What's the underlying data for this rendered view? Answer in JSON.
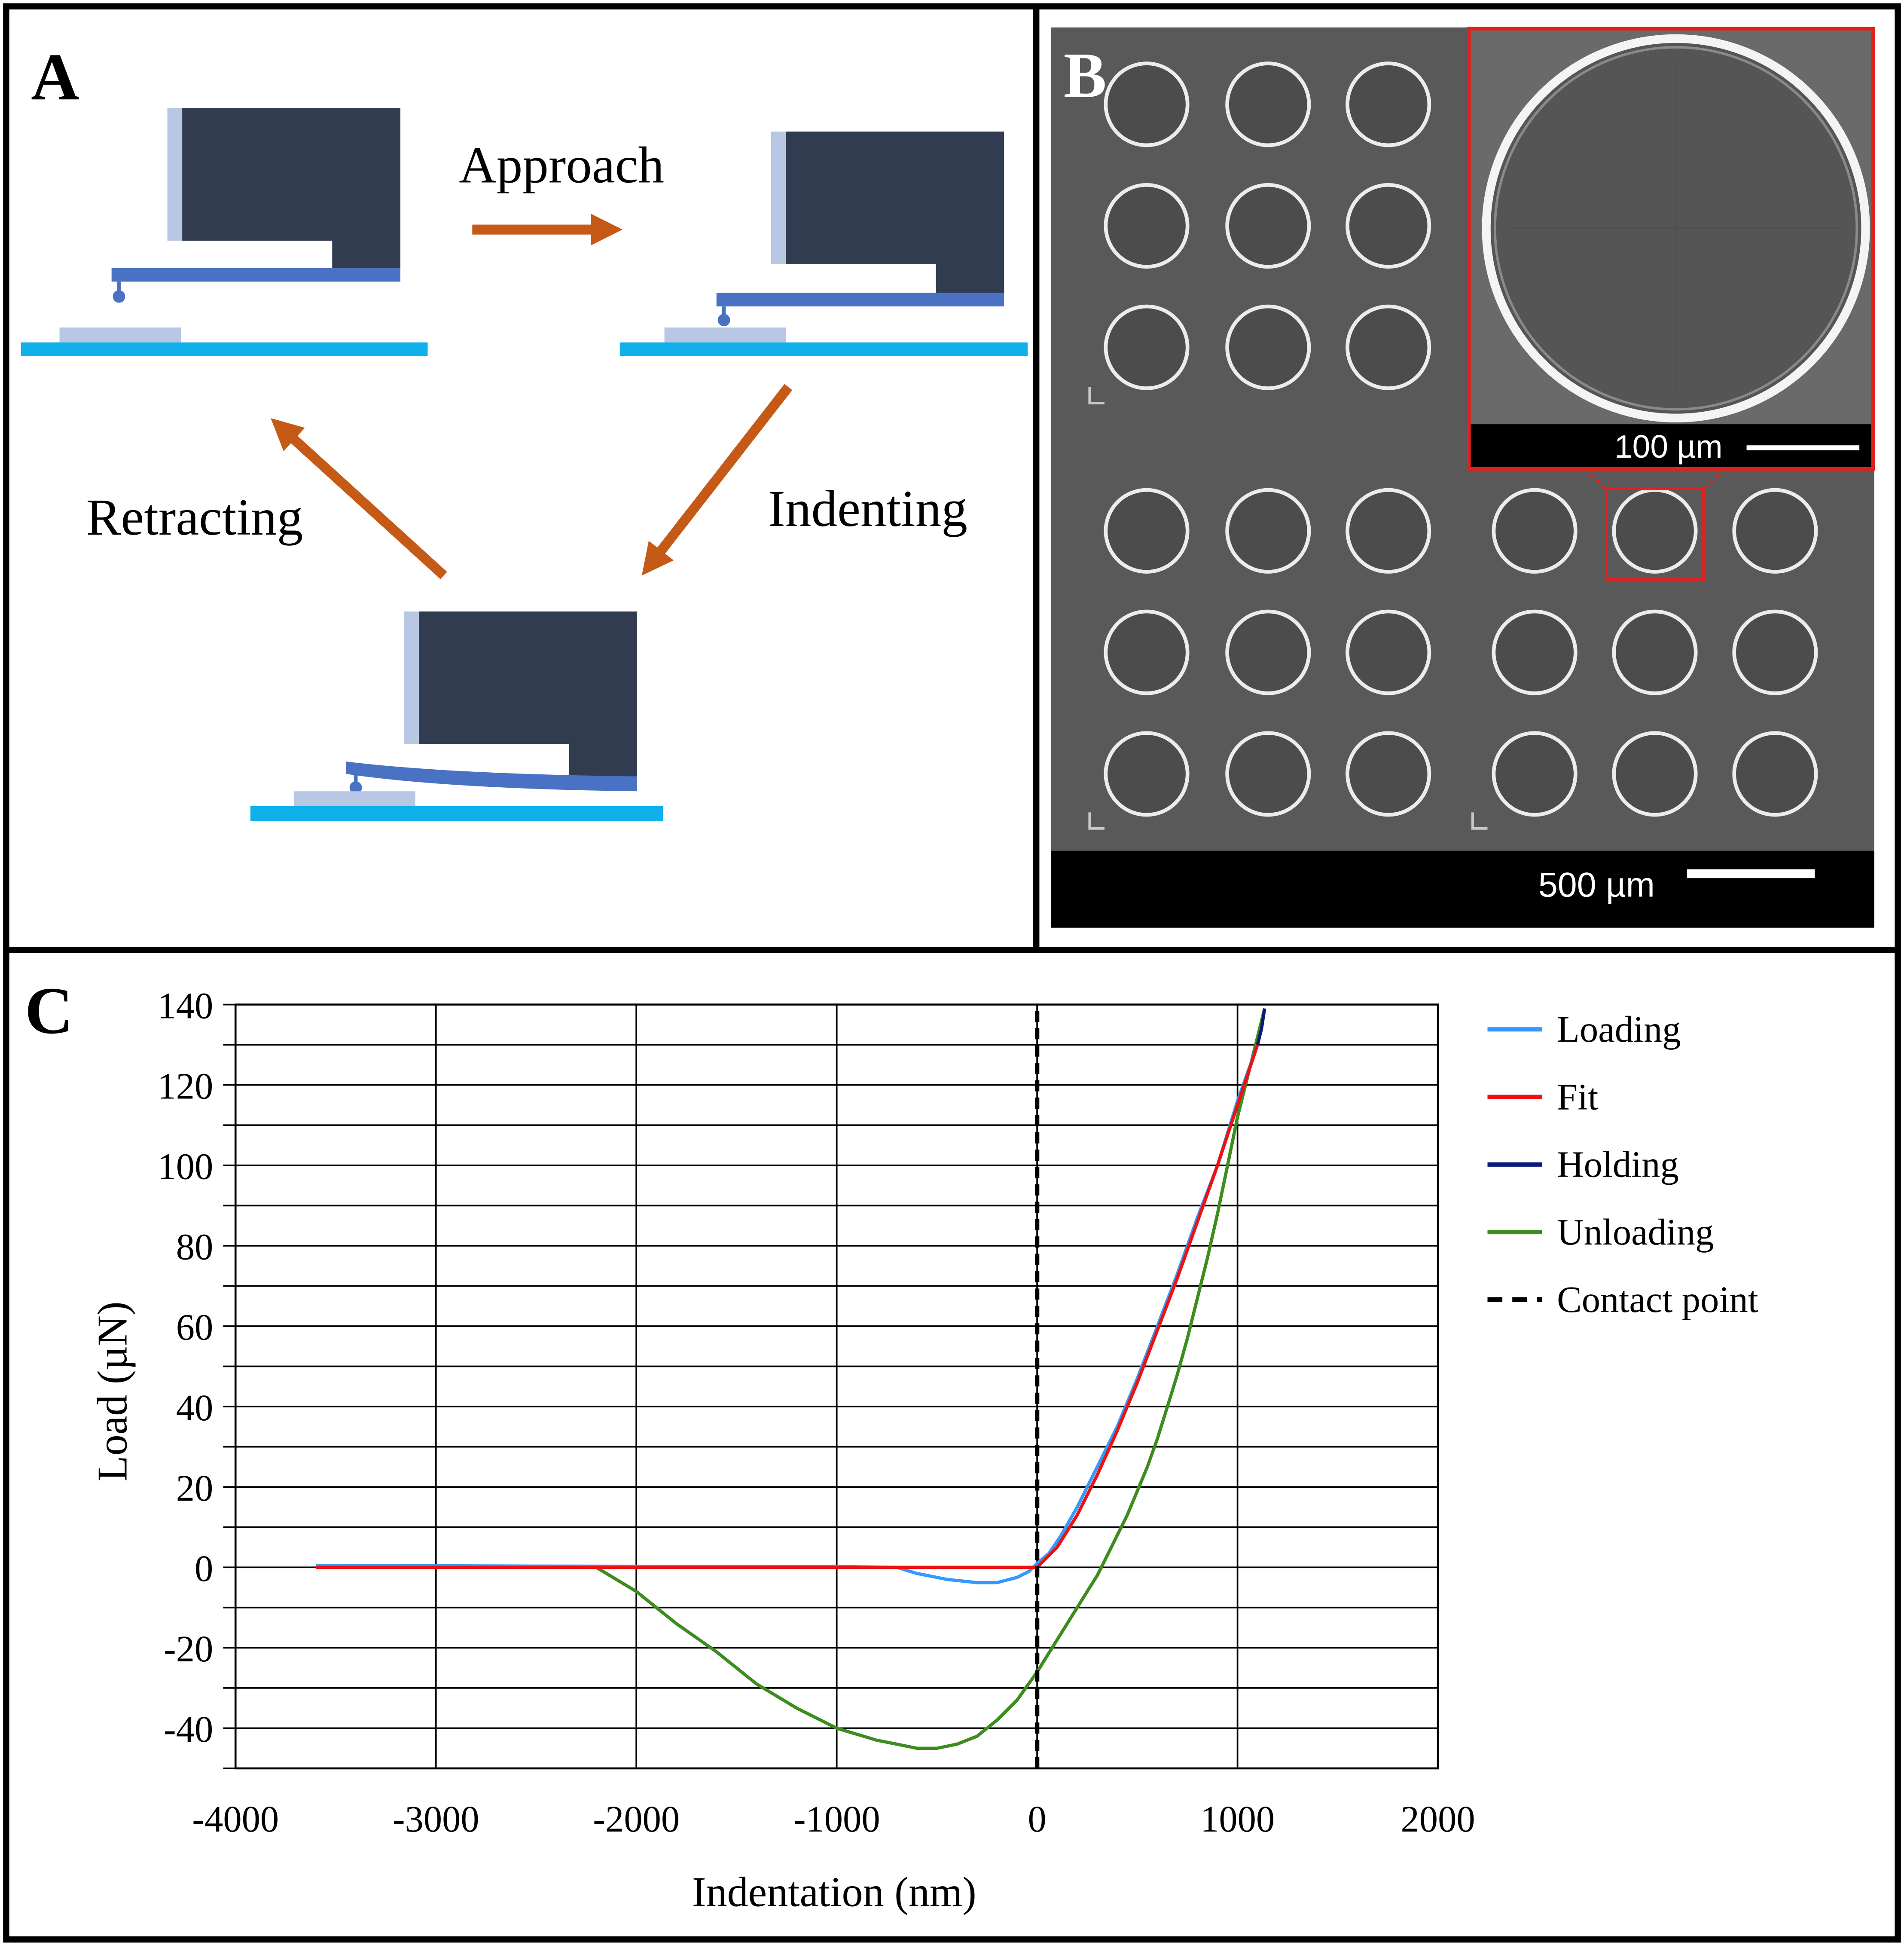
{
  "panel_a": {
    "label": "A",
    "approach_label": "Approach",
    "indenting_label": "Indenting",
    "retracting_label": "Retracting",
    "colors": {
      "block": "#323c50",
      "cantilever": "#4a72c4",
      "stage": "#10b0ea",
      "sample": "#b8c8e4",
      "arrow": "#c55a17"
    }
  },
  "panel_b": {
    "label": "B",
    "inset_scale_label": "100 µm",
    "main_scale_label": "500 µm",
    "colors": {
      "highlight": "#e0221e"
    }
  },
  "panel_c": {
    "label": "C"
  },
  "chart_data": {
    "type": "line",
    "xlabel": "Indentation (nm)",
    "ylabel": "Load (µN)",
    "xlim": [
      -4000,
      2000
    ],
    "ylim": [
      -50,
      140
    ],
    "x_ticks": [
      -4000,
      -3000,
      -2000,
      -1000,
      0,
      1000,
      2000
    ],
    "y_ticks": [
      140,
      120,
      100,
      80,
      60,
      40,
      20,
      0,
      -20,
      -40
    ],
    "grid": true,
    "legend_position": "right",
    "series": [
      {
        "name": "Loading",
        "color": "#3399ff",
        "dash": false,
        "x": [
          -3600,
          -2500,
          -1000,
          -700,
          -600,
          -450,
          -300,
          -200,
          -100,
          -40,
          0,
          60,
          120,
          200,
          300,
          400,
          500,
          600,
          700,
          800,
          900,
          950,
          1000,
          1050,
          1100
        ],
        "y": [
          0.5,
          0.3,
          0.2,
          0,
          -1.5,
          -3,
          -3.8,
          -3.8,
          -2.5,
          -1,
          1,
          3.5,
          8,
          15,
          25,
          35,
          47,
          60,
          73,
          87,
          100,
          108,
          116,
          123,
          130
        ]
      },
      {
        "name": "Fit",
        "color": "#ee1111",
        "dash": false,
        "x": [
          -3600,
          -2000,
          -1000,
          0,
          100,
          200,
          300,
          400,
          500,
          600,
          700,
          800,
          900,
          1000,
          1100
        ],
        "y": [
          0,
          0,
          0,
          0,
          5,
          13,
          23,
          34,
          46,
          59,
          72,
          86,
          100,
          115,
          130
        ]
      },
      {
        "name": "Holding",
        "color": "#0a1a78",
        "dash": false,
        "x": [
          1100,
          1120,
          1135
        ],
        "y": [
          130,
          134,
          139
        ]
      },
      {
        "name": "Unloading",
        "color": "#3c8c1e",
        "dash": false,
        "x": [
          1135,
          1080,
          1000,
          950,
          900,
          850,
          800,
          750,
          700,
          650,
          600,
          550,
          500,
          450,
          400,
          350,
          300,
          250,
          200,
          100,
          0,
          -100,
          -200,
          -300,
          -400,
          -500,
          -600,
          -700,
          -800,
          -1000,
          -1200,
          -1400,
          -1600,
          -1800,
          -2000,
          -2200
        ],
        "y": [
          139,
          128,
          112,
          100,
          88,
          77,
          67,
          57,
          48,
          40,
          32,
          25,
          19,
          13,
          8,
          3,
          -2,
          -6,
          -10,
          -18,
          -26,
          -33,
          -38,
          -42,
          -44,
          -45,
          -45,
          -44,
          -43,
          -40,
          -35,
          -29,
          -21,
          -14,
          -6,
          0
        ]
      },
      {
        "name": "Contact point",
        "color": "#000000",
        "dash": true,
        "x": [
          0,
          0
        ],
        "y": [
          -50,
          140
        ]
      }
    ]
  }
}
